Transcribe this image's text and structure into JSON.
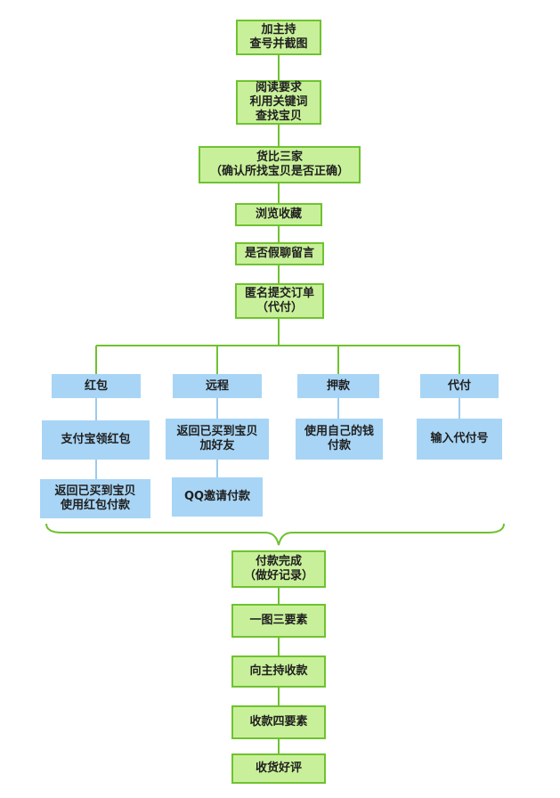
{
  "colors": {
    "green_fill": "#c8f09a",
    "green_border": "#6fc230",
    "blue_fill": "#a8d5f5",
    "line_green": "#6fc230",
    "line_blue": "#9ccbf0"
  },
  "main_steps": [
    {
      "lines": [
        "加主持",
        "查号并截图"
      ]
    },
    {
      "lines": [
        "阅读要求",
        "利用关键词",
        "查找宝贝"
      ]
    },
    {
      "lines": [
        "货比三家",
        "（确认所找宝贝是否正确）"
      ]
    },
    {
      "lines": [
        "浏览收藏"
      ]
    },
    {
      "lines": [
        "是否假聊留言"
      ]
    },
    {
      "lines": [
        "匿名提交订单",
        "（代付）"
      ]
    }
  ],
  "branches": [
    {
      "header": "红包",
      "steps": [
        {
          "lines": [
            "支付宝领红包"
          ]
        },
        {
          "lines": [
            "返回已买到宝贝",
            "使用红包付款"
          ]
        }
      ]
    },
    {
      "header": "远程",
      "steps": [
        {
          "lines": [
            "返回已买到宝贝",
            "加好友"
          ]
        },
        {
          "lines": [
            "QQ邀请付款"
          ]
        }
      ]
    },
    {
      "header": "押款",
      "steps": [
        {
          "lines": [
            "使用自己的钱",
            "付款"
          ]
        }
      ]
    },
    {
      "header": "代付",
      "steps": [
        {
          "lines": [
            "输入代付号"
          ]
        }
      ]
    }
  ],
  "final_steps": [
    {
      "lines": [
        "付款完成",
        "（做好记录）"
      ]
    },
    {
      "lines": [
        "一图三要素"
      ]
    },
    {
      "lines": [
        "向主持收款"
      ]
    },
    {
      "lines": [
        "收款四要素"
      ]
    },
    {
      "lines": [
        "收货好评"
      ]
    }
  ]
}
